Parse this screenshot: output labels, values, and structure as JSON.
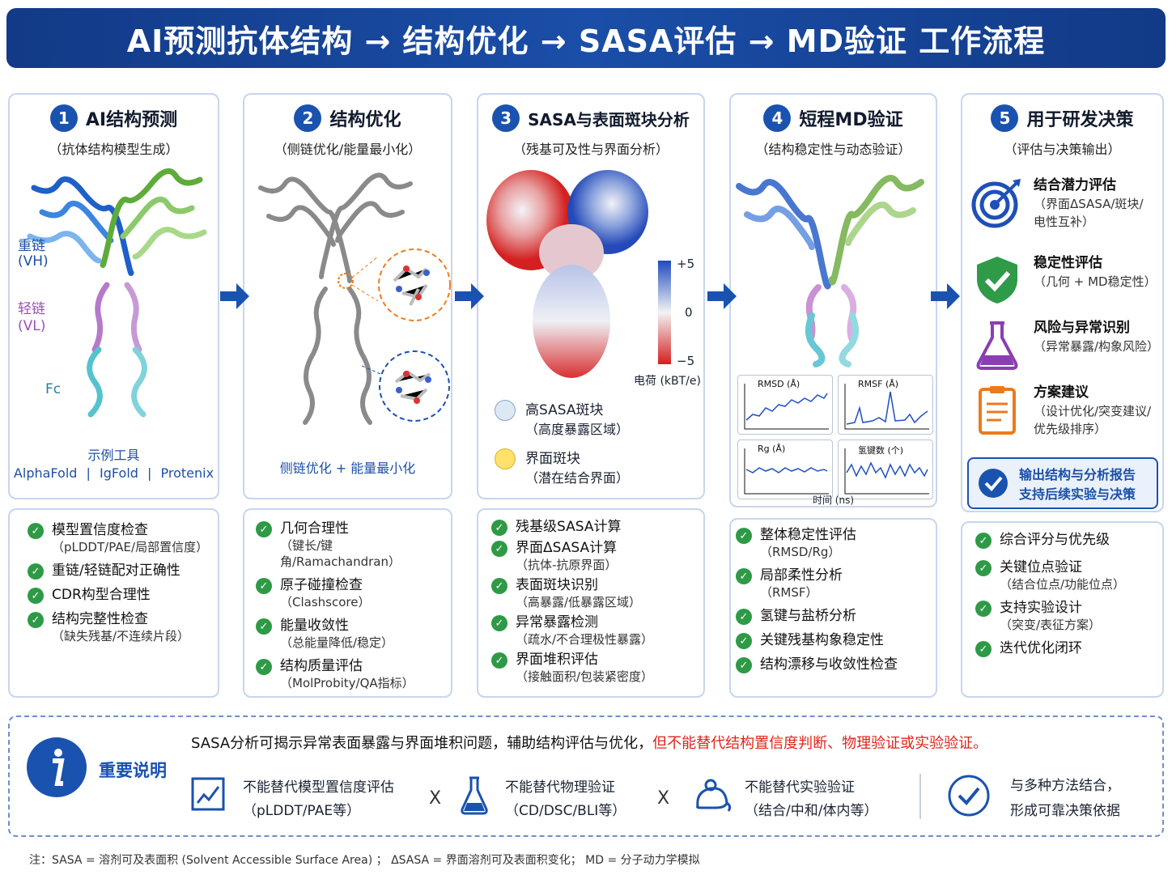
{
  "title": "AI预测抗体结构 → 结构优化 → SASA评估 → MD验证 工作流程",
  "steps": [
    {
      "num": "1",
      "title": "AI结构预测",
      "sub": "（抗体结构模型生成）"
    },
    {
      "num": "2",
      "title": "结构优化",
      "sub": "（侧链优化/能量最小化）"
    },
    {
      "num": "3",
      "title": "SASA与表面斑块分析",
      "sub": "（残基可及性与界面分析）"
    },
    {
      "num": "4",
      "title": "短程MD验证",
      "sub": "（结构稳定性与动态验证）"
    },
    {
      "num": "5",
      "title": "用于研发决策",
      "sub": "（评估与决策输出）"
    }
  ],
  "step1": {
    "heavy": "重链",
    "heavy_abbr": "(VH)",
    "light": "轻链",
    "light_abbr": "(VL)",
    "fc": "Fc",
    "tools_label": "示例工具",
    "tools": [
      "AlphaFold",
      "IgFold",
      "Protenix"
    ]
  },
  "step2": {
    "caption": "侧链优化 + 能量最小化"
  },
  "step3": {
    "scale_max": "+5",
    "scale_mid": "0",
    "scale_min": "−5",
    "charge_label": "电荷 (kBT/e)",
    "legend": [
      {
        "t": "高SASA斑块",
        "s": "（高度暴露区域）",
        "color": "#dde8f5"
      },
      {
        "t": "界面斑块",
        "s": "（潜在结合界面）",
        "color": "#ffe16b"
      }
    ]
  },
  "step4": {
    "plots": [
      "RMSD (Å)",
      "RMSF (Å)",
      "Rg (Å)",
      "氢键数 (个)"
    ],
    "time_label": "时间 (ns)"
  },
  "step5": {
    "items": [
      {
        "t": "结合潜力评估",
        "s": "（界面ΔSASA/斑块/电性互补）",
        "icon": "target-icon"
      },
      {
        "t": "稳定性评估",
        "s": "（几何 + MD稳定性）",
        "icon": "shield-icon"
      },
      {
        "t": "风险与异常识别",
        "s": "（异常暴露/构象风险）",
        "icon": "flask-icon"
      },
      {
        "t": "方案建议",
        "s": "（设计优化/突变建议/优先级排序）",
        "icon": "clipboard-icon"
      }
    ],
    "output_l1": "输出结构与分析报告",
    "output_l2": "支持后续实验与决策"
  },
  "checks": [
    [
      {
        "t": "模型置信度检查",
        "s": "（pLDDT/PAE/局部置信度）"
      },
      {
        "t": "重链/轻链配对正确性",
        "s": ""
      },
      {
        "t": "CDR构型合理性",
        "s": ""
      },
      {
        "t": "结构完整性检查",
        "s": "（缺失残基/不连续片段）"
      }
    ],
    [
      {
        "t": "几何合理性",
        "s": "（键长/键角/Ramachandran）"
      },
      {
        "t": "原子碰撞检查",
        "s": "（Clashscore）"
      },
      {
        "t": "能量收敛性",
        "s": "（总能量降低/稳定）"
      },
      {
        "t": "结构质量评估",
        "s": "（MolProbity/QA指标）"
      }
    ],
    [
      {
        "t": "残基级SASA计算",
        "s": ""
      },
      {
        "t": "界面ΔSASA计算",
        "s": "（抗体-抗原界面）"
      },
      {
        "t": "表面斑块识别",
        "s": "（高暴露/低暴露区域）"
      },
      {
        "t": "异常暴露检测",
        "s": "（疏水/不合理极性暴露）"
      },
      {
        "t": "界面堆积评估",
        "s": "（接触面积/包装紧密度）"
      }
    ],
    [
      {
        "t": "整体稳定性评估",
        "s": "（RMSD/Rg）"
      },
      {
        "t": "局部柔性分析",
        "s": "（RMSF）"
      },
      {
        "t": "氢键与盐桥分析",
        "s": ""
      },
      {
        "t": "关键残基构象稳定性",
        "s": ""
      },
      {
        "t": "结构漂移与收敛性检查",
        "s": ""
      }
    ],
    [
      {
        "t": "综合评分与优先级",
        "s": ""
      },
      {
        "t": "关键位点验证",
        "s": "（结合位点/功能位点）"
      },
      {
        "t": "支持实验设计",
        "s": "（突变/表征方案）"
      },
      {
        "t": "迭代优化闭环",
        "s": ""
      }
    ]
  ],
  "note": {
    "label": "重要说明",
    "line_a": "SASA分析可揭示异常表面暴露与界面堆积问题，辅助结构评估与优化，",
    "line_b": "但不能替代结构置信度判断、物理验证或实验验证。",
    "items": [
      {
        "t": "不能替代模型置信度评估",
        "s": "（pLDDT/PAE等）"
      },
      {
        "t": "不能替代物理验证",
        "s": "（CD/DSC/BLI等）"
      },
      {
        "t": "不能替代实验验证",
        "s": "（结合/中和/体内等）"
      }
    ],
    "sep": "X",
    "final_l1": "与多种方法结合，",
    "final_l2": "形成可靠决策依据"
  },
  "footer": "注：SASA = 溶剂可及表面积 (Solvent Accessible Surface Area) ；   ΔSASA = 界面溶剂可及表面积变化；  MD = 分子动力学模拟"
}
